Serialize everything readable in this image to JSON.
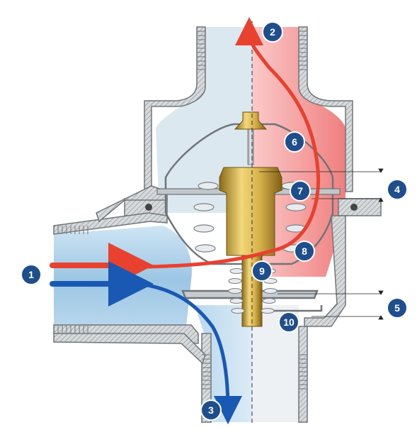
{
  "colors": {
    "hot": "#f15a5a",
    "cold": "#1a59b3",
    "cold_fill": "#a9cfe8",
    "hot_fill": "#f7a3a3",
    "body": "#cfd4d7",
    "brass": "#c9a63a",
    "callout": "#1f4e8c"
  },
  "callouts": [
    {
      "id": "c1",
      "label": "1"
    },
    {
      "id": "c2",
      "label": "2"
    },
    {
      "id": "c3",
      "label": "3"
    },
    {
      "id": "c4",
      "label": "4"
    },
    {
      "id": "c5",
      "label": "5"
    },
    {
      "id": "c6",
      "label": "6"
    },
    {
      "id": "c7",
      "label": "7"
    },
    {
      "id": "c8",
      "label": "8"
    },
    {
      "id": "c9",
      "label": "9"
    },
    {
      "id": "c10",
      "label": "10"
    }
  ]
}
